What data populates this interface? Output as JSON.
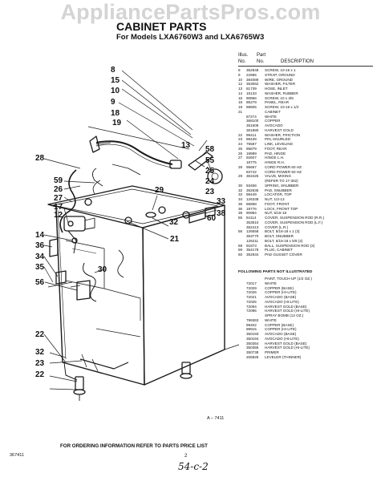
{
  "watermark": "AppliancePartsPros.com",
  "title": "CABINET PARTS",
  "subtitle": "For Models LXA6760W3 and LXA6765W3",
  "table_header": {
    "illus": "Illus.",
    "part": "Part",
    "no_a": "No.",
    "no_b": "No.",
    "description": "DESCRIPTION"
  },
  "parts": [
    [
      "8",
      "352848",
      "SCREW, 10-16 x 1"
    ],
    [
      "9",
      "22965",
      "STRAP, GROUND"
    ],
    [
      "10",
      "384089",
      "WIRE, GROUND"
    ],
    [
      "12",
      "353062",
      "WASHER, FILTER"
    ],
    [
      "13",
      "81739",
      "HOSE, INLET"
    ],
    [
      "14",
      "16133",
      "WASHER, RUBBER"
    ],
    [
      "15",
      "90866",
      "SCREW, 10 x 3/8"
    ],
    [
      "18",
      "85279",
      "PANEL, REAR"
    ],
    [
      "19",
      "98605",
      "SCREW, 10-16 x 1/2"
    ],
    [
      "21",
      "",
      "CABINET"
    ],
    [
      "",
      "87274",
      "WHITE"
    ],
    [
      "",
      "368100",
      "COPPER"
    ],
    [
      "",
      "361506",
      "AVOCADO"
    ],
    [
      "",
      "361880",
      "HARVEST GOLD"
    ],
    [
      "22",
      "98411",
      "WASHER, FRICTION"
    ],
    [
      "23",
      "98439",
      "PIN, KNURLED"
    ],
    [
      "24",
      "75587",
      "LINK, LEVELING"
    ],
    [
      "25",
      "95879",
      "FOOT, REAR"
    ],
    [
      "26",
      "18889",
      "PAD, HINGE"
    ],
    [
      "27",
      "92607",
      "HINGE L.H."
    ],
    [
      "",
      "18775",
      "HINGE R.H."
    ],
    [
      "28",
      "95667",
      "CORD POWER 60 HZ."
    ],
    [
      "",
      "83742",
      "CORD POWER 50 HZ"
    ],
    [
      "29",
      "363425",
      "VALVE, MIXING"
    ],
    [
      "",
      "",
      "(REFER TO 17-302)"
    ],
    [
      "30",
      "93456",
      "SPRING, SNUBBER"
    ],
    [
      "32",
      "362635",
      "PAD, SNUBBER"
    ],
    [
      "33",
      "98449",
      "LOCATOR, TOP"
    ],
    [
      "34",
      "126338",
      "NUT, 1/2-13"
    ],
    [
      "35",
      "85858",
      "FOOT, FRONT"
    ],
    [
      "36",
      "18776",
      "LOCK, FRONT TOP"
    ],
    [
      "38",
      "90984",
      "NUT, 5/16-18"
    ],
    [
      "55",
      "94114",
      "COVER, SUSPENSION ROD (R.R.)"
    ],
    [
      "",
      "353510",
      "COVER, SUSPENSION ROD (L.F.)"
    ],
    [
      "",
      "352413",
      "COVER (L.R.)"
    ],
    [
      "56",
      "126558",
      "BOLT, 5/16-18 x 1 (3)"
    ],
    [
      "",
      "353770",
      "BOLT, SNUBBER"
    ],
    [
      "",
      "126211",
      "BOLT, 5/16-18 x 5/8 (2)"
    ],
    [
      "58",
      "91873",
      "BALL, SUSPENSION ROD (2)"
    ],
    [
      "59",
      "354178",
      "PLUG, CABINET"
    ],
    [
      "60",
      "352934",
      "PAD GUSSET COVER"
    ]
  ],
  "not_illustrated_heading": "FOLLOWING PARTS NOT ILLUSTRATED",
  "touchup": [
    [
      "",
      "",
      "PAINT, TOUCH-UP (1/2 OZ.)"
    ],
    [
      "",
      "72017",
      "WHITE"
    ],
    [
      "",
      "72029",
      "COPPER (BASE)"
    ],
    [
      "",
      "72026",
      "COPPER (HI-LITE)"
    ],
    [
      "",
      "72021",
      "AVOCADO (BASE)"
    ],
    [
      "",
      "72025",
      "AVOCADO (HI-LITE)"
    ],
    [
      "",
      "72094",
      "HARVEST GOLD (BASE)"
    ],
    [
      "",
      "72095",
      "HARVEST GOLD (HI-LITE)"
    ],
    [
      "",
      "",
      "SPRAY BOMB (12 OZ.)"
    ],
    [
      "",
      "799363",
      "WHITE"
    ],
    [
      "",
      "99402",
      "COPPER (BASE)"
    ],
    [
      "",
      "99915",
      "COPPER (HI-LITE)"
    ],
    [
      "",
      "350193",
      "AVOCADO (BASE)"
    ],
    [
      "",
      "350194",
      "AVOCADO (HI-LITE)"
    ],
    [
      "",
      "350354",
      "HARVEST GOLD (BASE)"
    ],
    [
      "",
      "350355",
      "HARVEST GOLD (HI-LITE)"
    ],
    [
      "",
      "350738",
      "PRIMER"
    ],
    [
      "",
      "206825",
      "LEVELER (THINNER)"
    ]
  ],
  "callouts": [
    "8",
    "15",
    "10",
    "9",
    "18",
    "19",
    "13",
    "58",
    "55",
    "25",
    "24",
    "23",
    "28",
    "59",
    "26",
    "27",
    "17",
    "12",
    "29",
    "33",
    "38",
    "60",
    "32",
    "14",
    "36",
    "34",
    "35",
    "22",
    "21",
    "30",
    "56",
    "32",
    "23",
    "22"
  ],
  "art_number": "A – 7411",
  "footer": "FOR ORDERING INFORMATION REFER TO PARTS PRICE LIST",
  "doc_number": "367411",
  "page_number": "2",
  "handwritten_mark": "54-c-2"
}
